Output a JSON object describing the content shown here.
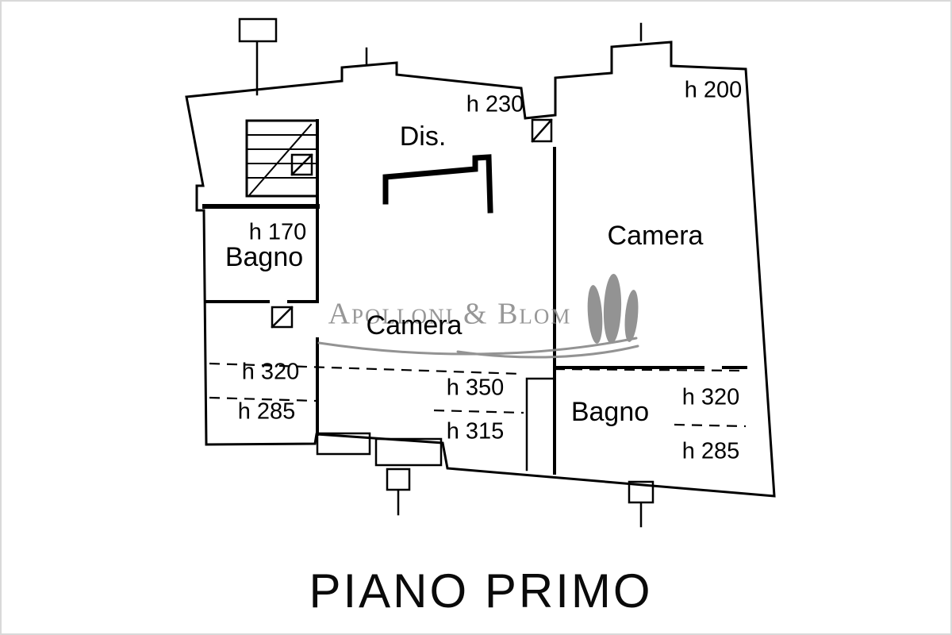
{
  "title": "PIANO PRIMO",
  "watermark": {
    "text": "Apolloni & Blom"
  },
  "rooms": {
    "dis": "Dis.",
    "camera_right": "Camera",
    "bagno_left": "Bagno",
    "camera_center": "Camera",
    "bagno_right": "Bagno"
  },
  "heights": {
    "h230": "h 230",
    "h200": "h 200",
    "h170": "h 170",
    "h320_left": "h 320",
    "h350": "h 350",
    "h285_left": "h 285",
    "h315": "h 315",
    "h320_right": "h 320",
    "h285_right": "h 285"
  },
  "colors": {
    "line": "#000000",
    "watermark_gray": "#8f8f8f",
    "background": "#ffffff"
  }
}
